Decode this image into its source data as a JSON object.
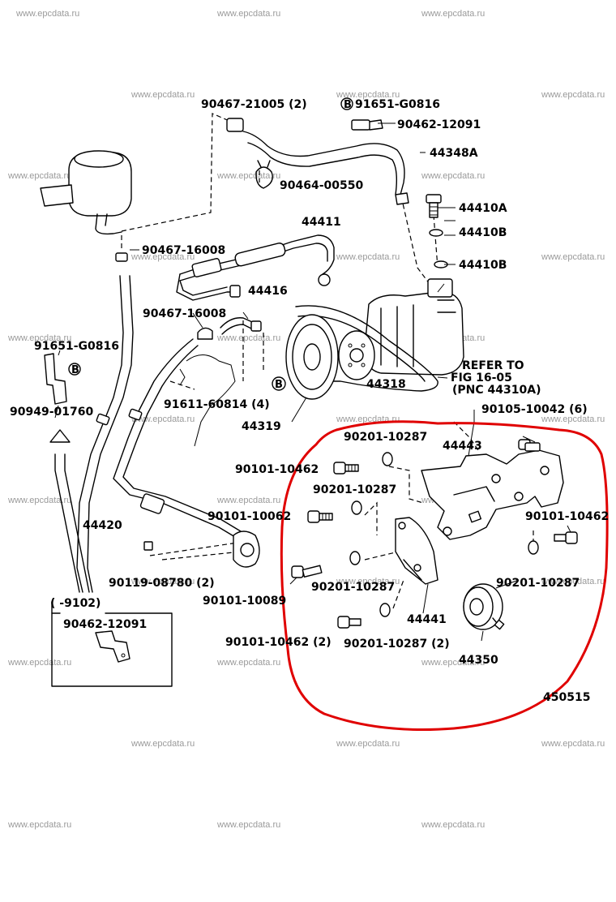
{
  "watermark": "www.epcdata.ru",
  "parts": {
    "p_90467_21005": "90467-21005 (2)",
    "p_91651_g0816_top": "91651-G0816",
    "p_91651_badge": "B",
    "p_90462_12091": "90462-12091",
    "p_44348a": "44348A",
    "p_90464_00550": "90464-00550",
    "p_44410a": "44410A",
    "p_44411": "44411",
    "p_44410b_1": "44410B",
    "p_90467_16008_a": "90467-16008",
    "p_44410b_2": "44410B",
    "p_44416": "44416",
    "p_90467_16008_b": "90467-16008",
    "p_91651_g0816_left": "91651-G0816",
    "p_refer_1": "REFER TO",
    "p_refer_2": "FIG 16-05",
    "p_refer_3": "(PNC 44310A)",
    "p_44318": "44318",
    "p_91611_60814": "91611-60814 (4)",
    "p_90949_01760": "90949-01760",
    "p_90105_10042": "90105-10042 (6)",
    "p_44319": "44319",
    "p_90201_10287_a": "90201-10287",
    "p_44443": "44443",
    "p_90101_10462_a": "90101-10462",
    "p_90201_10287_b": "90201-10287",
    "p_90101_10062": "90101-10062",
    "p_90101_10462_b": "90101-10462",
    "p_44420": "44420",
    "p_90119_08780": "90119-08780 (2)",
    "p_90201_10287_c": "90201-10287",
    "p_90101_10089": "90101-10089",
    "p_90201_10287_d": "90201-10287",
    "p_inset_range": "(    -9102)",
    "p_inset_part": "90462-12091",
    "p_44441": "44441",
    "p_90101_10462_c": "90101-10462 (2)",
    "p_90201_10287_e": "90201-10287 (2)",
    "p_44350": "44350",
    "p_figure_no": "450515"
  }
}
